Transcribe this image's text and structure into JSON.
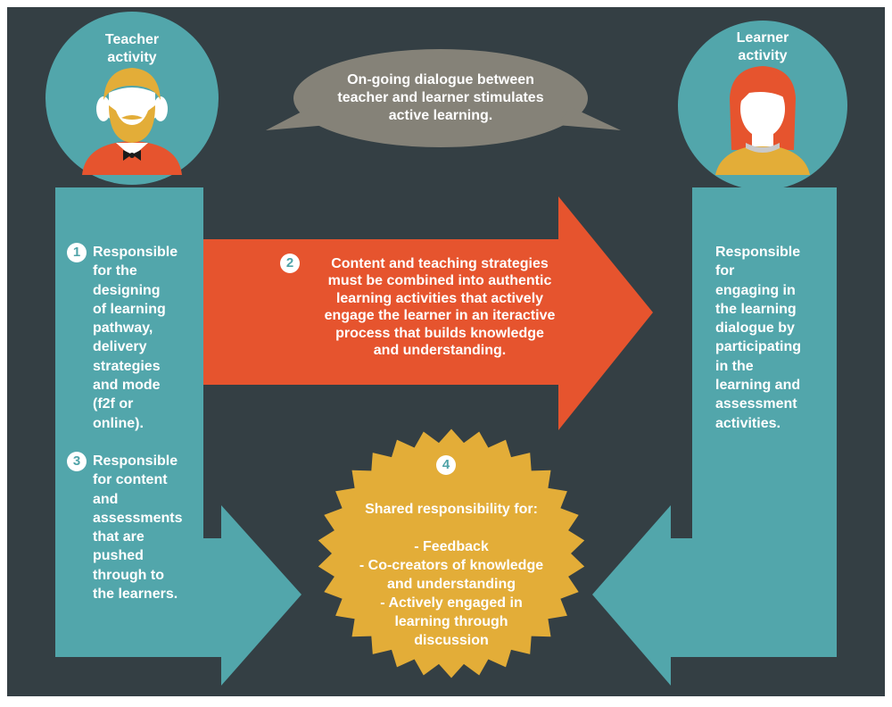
{
  "teacher": {
    "title_line1": "Teacher",
    "title_line2": "activity",
    "items": [
      {
        "number": "1",
        "lines": [
          "Responsible",
          "for the",
          "designing",
          "of learning",
          "pathway,",
          "delivery",
          "strategies",
          "and mode",
          "(f2f or",
          "online)."
        ]
      },
      {
        "number": "3",
        "lines": [
          "Responsible",
          "for content",
          "and",
          "assessments",
          "that are",
          "pushed",
          "through to",
          "the learners."
        ]
      }
    ]
  },
  "learner": {
    "title_line1": "Learner",
    "title_line2": "activity",
    "lines": [
      "Responsible",
      "for",
      "engaging in",
      "the learning",
      "dialogue by",
      "participating",
      "in the",
      "learning and",
      "assessment",
      "activities."
    ]
  },
  "dialogue": {
    "lines": [
      "On-going dialogue between",
      "teacher and learner stimulates",
      "active learning."
    ]
  },
  "middle_arrow": {
    "number": "2",
    "lines": [
      "Content and teaching strategies",
      "must be combined into authentic",
      "learning activities that actively",
      "engage the learner in an iteractive",
      "process that builds knowledge",
      "and understanding."
    ]
  },
  "shared": {
    "number": "4",
    "lines": [
      "Shared responsibility for:",
      "",
      "- Feedback",
      "- Co-creators of knowledge",
      "and understanding",
      "- Actively engaged in",
      "learning through",
      "discussion"
    ]
  },
  "colors": {
    "background": "#343f44",
    "teal": "#52a6ab",
    "orange": "#e6542e",
    "gold": "#e3ad38",
    "bubble": "#858278"
  }
}
